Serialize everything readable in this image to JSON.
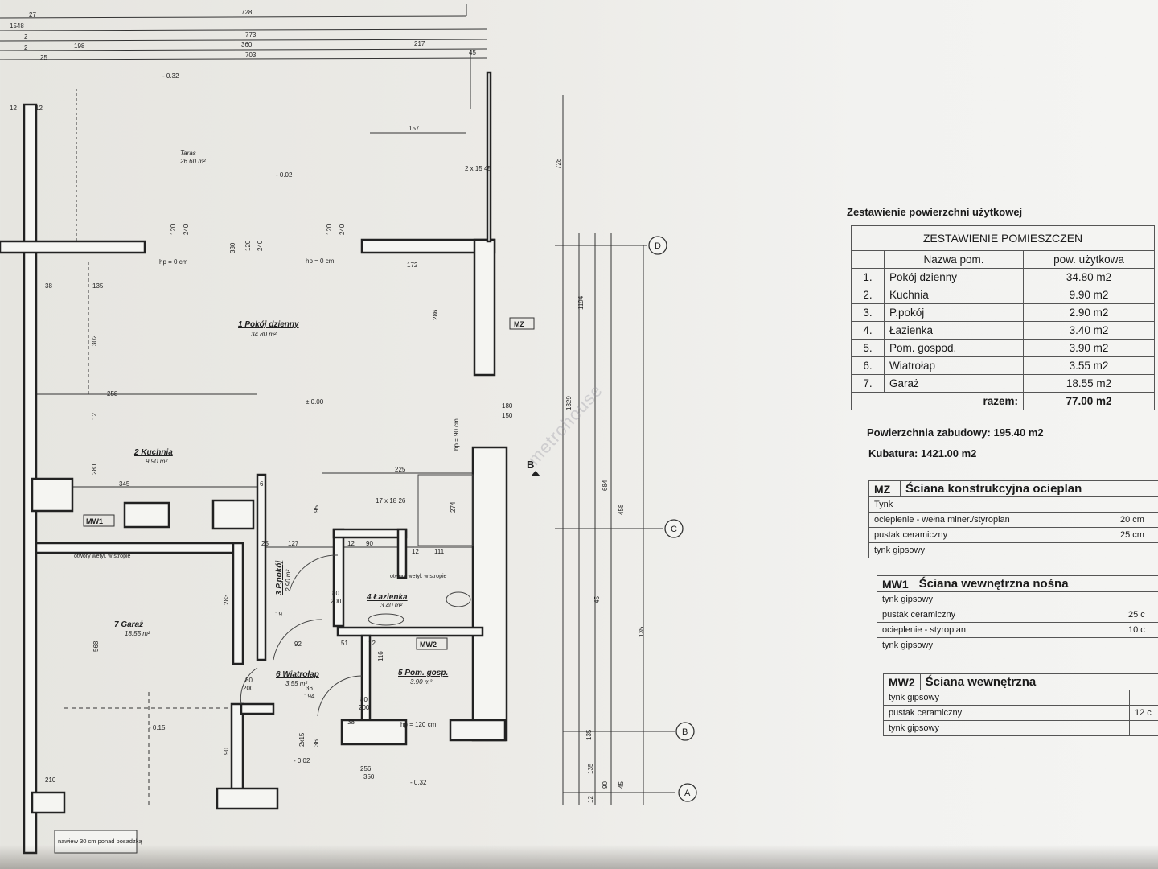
{
  "plan": {
    "top_dims": [
      "27",
      "728",
      "1548",
      "773",
      "2",
      "198",
      "360",
      "217",
      "2",
      "703",
      "25",
      "45"
    ],
    "levels": [
      "- 0.32",
      "- 0.02",
      "± 0.00",
      "- 0.15",
      "- 0.02",
      "- 0.32"
    ],
    "terrace": {
      "name": "Taras",
      "area": "26.60 m²",
      "dim": "157",
      "side": "2 x 15\n45"
    },
    "rooms": [
      {
        "name": "1 Pokój dzienny",
        "area": "34.80 m²"
      },
      {
        "name": "2 Kuchnia",
        "area": "9.90 m²"
      },
      {
        "name": "3 P.pokój",
        "area": "2.90 m²"
      },
      {
        "name": "4 Łazienka",
        "area": "3.40 m²"
      },
      {
        "name": "5 Pom. gosp.",
        "area": "3.90 m²"
      },
      {
        "name": "6 Wiatrołap",
        "area": "3.55 m²"
      },
      {
        "name": "7 Garaż",
        "area": "18.55 m²"
      }
    ],
    "wall_tags": [
      "MZ",
      "MW1",
      "MW2"
    ],
    "notes": {
      "hp0a": "hp = 0 cm",
      "hp0b": "hp = 0 cm",
      "hp90": "hp = 90 cm",
      "hp120": "hp = 120 cm",
      "vent1": "otwory wetyl. w stropie",
      "vent2": "otwory wetyl. w stropie",
      "stairs": "17 x 18\n26",
      "lintel": "nawiew 30 cm ponad posadzką",
      "section": "B"
    },
    "dims": [
      "12",
      "12",
      "120",
      "240",
      "120",
      "240",
      "120",
      "240",
      "172",
      "135",
      "38",
      "302",
      "286",
      "258",
      "12",
      "280",
      "345",
      "225",
      "6",
      "95",
      "274",
      "180",
      "150",
      "25",
      "127",
      "12",
      "90",
      "12",
      "111",
      "283",
      "568",
      "80",
      "200",
      "19",
      "92",
      "51",
      "12",
      "116",
      "80",
      "200",
      "80",
      "200",
      "36",
      "194",
      "38",
      "90",
      "210",
      "2x15",
      "36",
      "256",
      "350",
      "330",
      "728",
      "1194",
      "1329",
      "684",
      "458",
      "45",
      "135",
      "135",
      "90",
      "45",
      "135",
      "12"
    ],
    "axes": [
      "D",
      "C",
      "B",
      "A"
    ]
  },
  "summary_table": {
    "heading": "Zestawienie powierzchni użytkowej",
    "title": "ZESTAWIENIE POMIESZCZEŃ",
    "col_name": "Nazwa pom.",
    "col_area": "pow. użytkowa",
    "rows": [
      {
        "n": "1.",
        "name": "Pokój dzienny",
        "area": "34.80 m2"
      },
      {
        "n": "2.",
        "name": "Kuchnia",
        "area": "9.90 m2"
      },
      {
        "n": "3.",
        "name": "P.pokój",
        "area": "2.90 m2"
      },
      {
        "n": "4.",
        "name": "Łazienka",
        "area": "3.40 m2"
      },
      {
        "n": "5.",
        "name": "Pom. gospod.",
        "area": "3.90 m2"
      },
      {
        "n": "6.",
        "name": "Wiatrołap",
        "area": "3.55 m2"
      },
      {
        "n": "7.",
        "name": "Garaż",
        "area": "18.55 m2"
      }
    ],
    "total_label": "razem:",
    "total": "77.00 m2",
    "built_area": "Powierzchnia  zabudowy:  195.40 m2",
    "volume": "Kubatura:  1421.00 m2"
  },
  "walls": [
    {
      "code": "MZ",
      "title": "Ściana konstrukcyjna ocieplan",
      "layers": [
        [
          "Tynk",
          ""
        ],
        [
          "ocieplenie - wełna miner./styropian",
          "20 cm"
        ],
        [
          "pustak ceramiczny",
          "25 cm"
        ],
        [
          "tynk gipsowy",
          ""
        ]
      ]
    },
    {
      "code": "MW1",
      "title": "Ściana wewnętrzna nośna",
      "layers": [
        [
          "tynk gipsowy",
          ""
        ],
        [
          "pustak ceramiczny",
          "25 c"
        ],
        [
          "ocieplenie - styropian",
          "10 c"
        ],
        [
          "tynk gipsowy",
          ""
        ]
      ]
    },
    {
      "code": "MW2",
      "title": "Ściana wewnętrzna",
      "layers": [
        [
          "tynk gipsowy",
          ""
        ],
        [
          "pustak ceramiczny",
          "12 c"
        ],
        [
          "tynk gipsowy",
          ""
        ]
      ]
    }
  ],
  "watermark": "metrohouse"
}
